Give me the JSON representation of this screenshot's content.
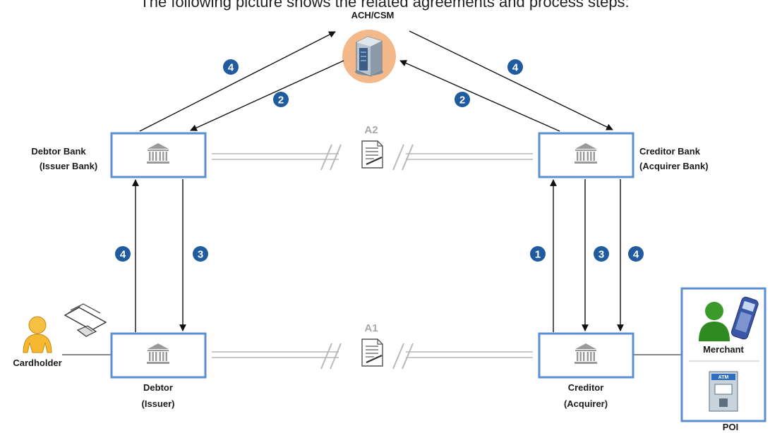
{
  "caption": "The following picture shows the related agreements and process steps:",
  "nodes": {
    "ach": {
      "label": "ACH/CSM"
    },
    "debtor_bank": {
      "label_line1": "Debtor Bank",
      "label_line2": "(Issuer Bank)"
    },
    "creditor_bank": {
      "label_line1": "Creditor Bank",
      "label_line2": "(Acquirer Bank)"
    },
    "debtor": {
      "label_line1": "Debtor",
      "label_line2": "(Issuer)"
    },
    "creditor": {
      "label_line1": "Creditor",
      "label_line2": "(Acquirer)"
    },
    "cardholder": {
      "label": "Cardholder"
    },
    "merchant": {
      "label": "Merchant"
    },
    "poi": {
      "label": "POI"
    },
    "atm": {
      "label": "ATM"
    }
  },
  "agreements": {
    "a2": {
      "label": "A2"
    },
    "a1": {
      "label": "A1"
    }
  },
  "steps": {
    "step_db_to_ach": "4",
    "step_ach_to_db": "2",
    "step_cb_to_ach": "2",
    "step_ach_to_cb": "4",
    "step_debtor_to_db": "4",
    "step_db_to_debtor": "3",
    "step_creditor_to_cb": "1",
    "step_cb_to_creditor_3": "3",
    "step_cb_to_creditor_4": "4"
  },
  "colors": {
    "box_border": "#5b8fd1",
    "badge": "#1f5b9e",
    "link_gray": "#c9c9c9",
    "ach_halo": "#f4b98a",
    "agreement_gray": "#a8a8a8"
  }
}
